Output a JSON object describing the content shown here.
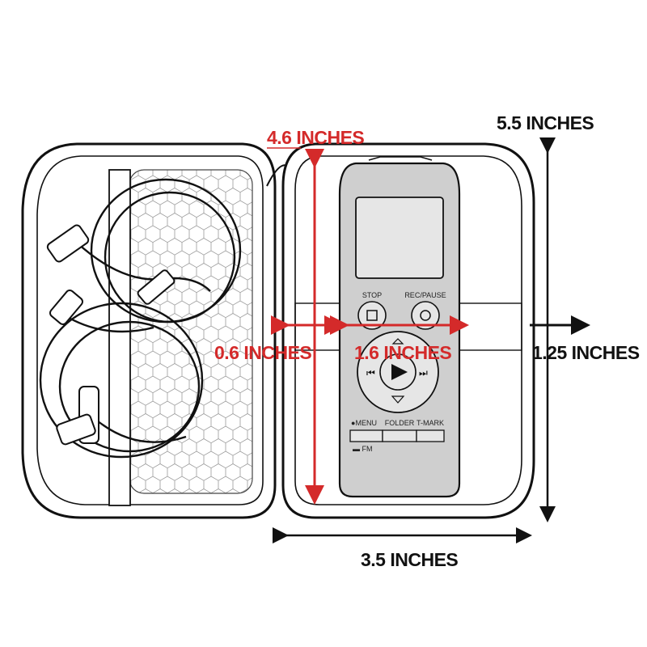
{
  "labels": {
    "height_red": "4.6 INCHES",
    "height_black": "5.5 INCHES",
    "gap_red": "0.6 INCHES",
    "width_red": "1.6 INCHES",
    "depth_black": "1.25 INCHES",
    "width_black": "3.5 INCHES"
  },
  "recorder": {
    "stop_label": "STOP",
    "rec_label": "REC/PAUSE",
    "menu_label": "●MENU",
    "folder_label": "FOLDER",
    "tmark_label": "T-MARK",
    "fm_label": "▬ FM"
  },
  "colors": {
    "red_accent": "#d42a2a",
    "black": "#111111",
    "device_gray": "#cfcfcf",
    "screen_gray": "#e6e6e6"
  }
}
